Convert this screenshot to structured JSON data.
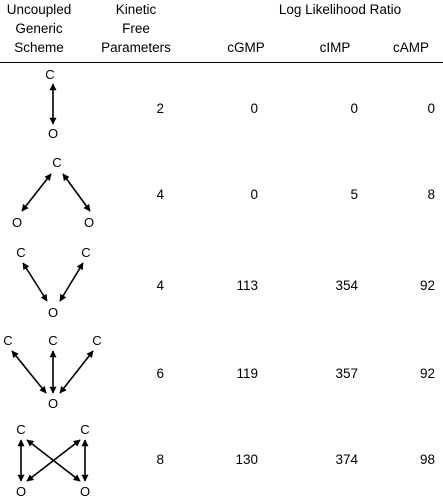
{
  "headers": {
    "scheme": [
      "Uncoupled",
      "Generic",
      "Scheme"
    ],
    "params": [
      "Kinetic",
      "Free",
      "Parameters"
    ],
    "llr": "Log Likelihood Ratio",
    "cgmp": "cGMP",
    "cimp": "cIMP",
    "camp": "cAMP"
  },
  "nodes": {
    "closed": "C",
    "open": "O"
  },
  "rows": [
    {
      "params": "2",
      "cgmp": "0",
      "cimp": "0",
      "camp": "0"
    },
    {
      "params": "4",
      "cgmp": "0",
      "cimp": "5",
      "camp": "8"
    },
    {
      "params": "4",
      "cgmp": "113",
      "cimp": "354",
      "camp": "92"
    },
    {
      "params": "6",
      "cgmp": "119",
      "cimp": "357",
      "camp": "92"
    },
    {
      "params": "8",
      "cgmp": "130",
      "cimp": "374",
      "camp": "98"
    }
  ]
}
